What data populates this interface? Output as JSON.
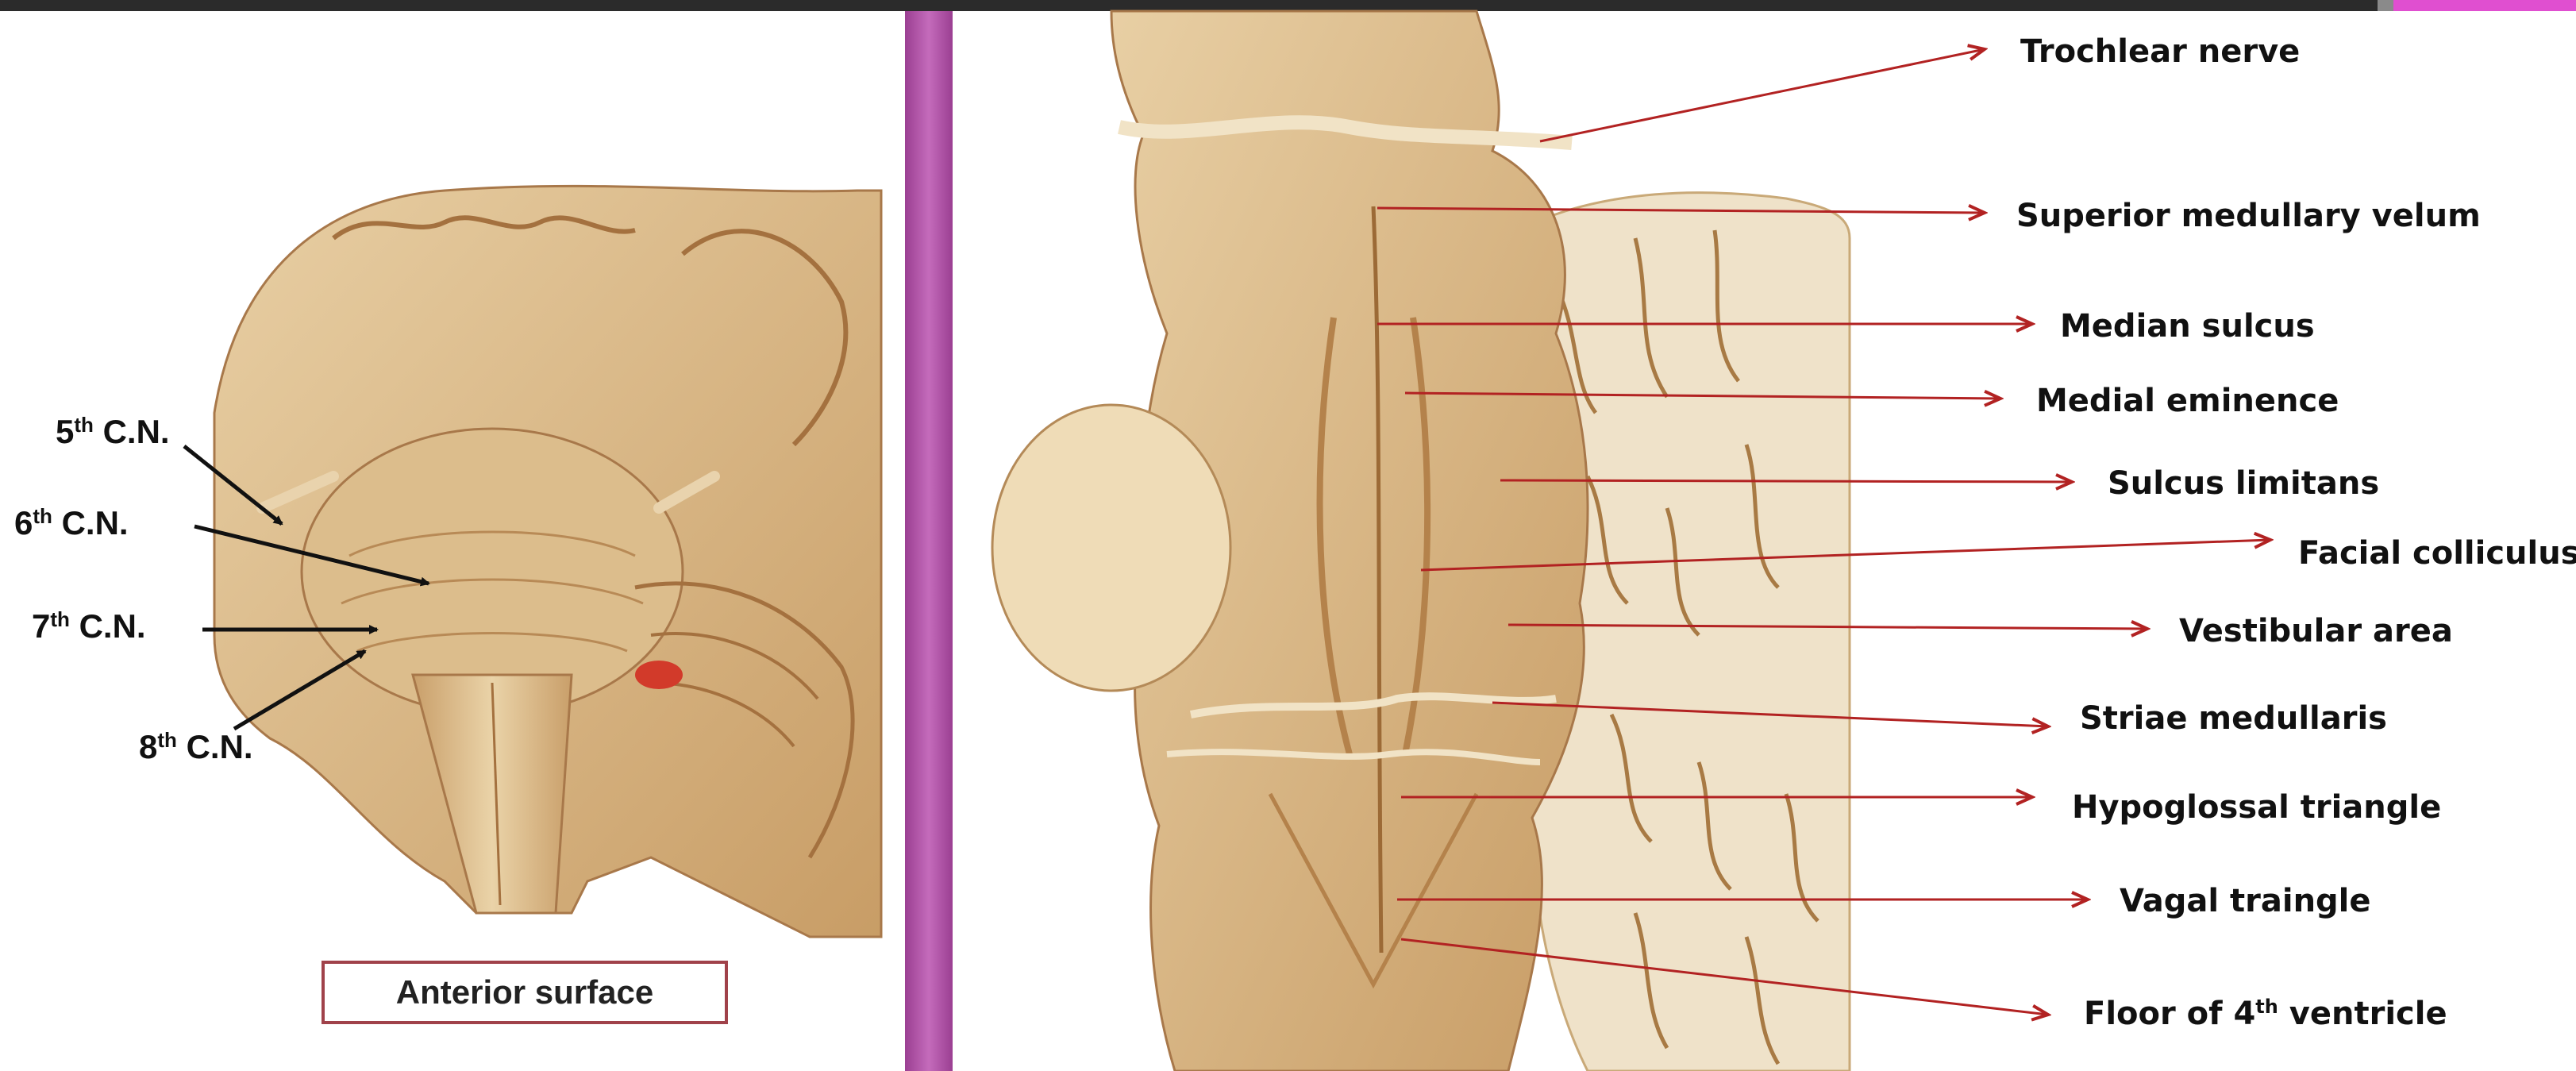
{
  "left_figure": {
    "cranial_nerve_labels": [
      {
        "num": "5",
        "sup": "th",
        "rest": " C.N."
      },
      {
        "num": "6",
        "sup": "th",
        "rest": " C.N."
      },
      {
        "num": "7",
        "sup": "th",
        "rest": " C.N."
      },
      {
        "num": "8",
        "sup": "th",
        "rest": " C.N."
      }
    ],
    "caption": "Anterior surface"
  },
  "right_figure": {
    "labels": [
      "Trochlear nerve",
      "Superior medullary velum",
      "Median sulcus",
      "Medial eminence",
      "Sulcus limitans",
      "Facial colliculus",
      "Vestibular area",
      "Striae medullaris",
      "Hypoglossal triangle",
      "Vagal traingle"
    ],
    "last_label": {
      "pre": "Floor of 4",
      "sup": "th",
      "post": " ventricle"
    }
  },
  "colors": {
    "leader_line_right": "#b22222",
    "leader_line_left": "#111111",
    "divider": "#b158a8",
    "tissue": "#d9b98a"
  }
}
